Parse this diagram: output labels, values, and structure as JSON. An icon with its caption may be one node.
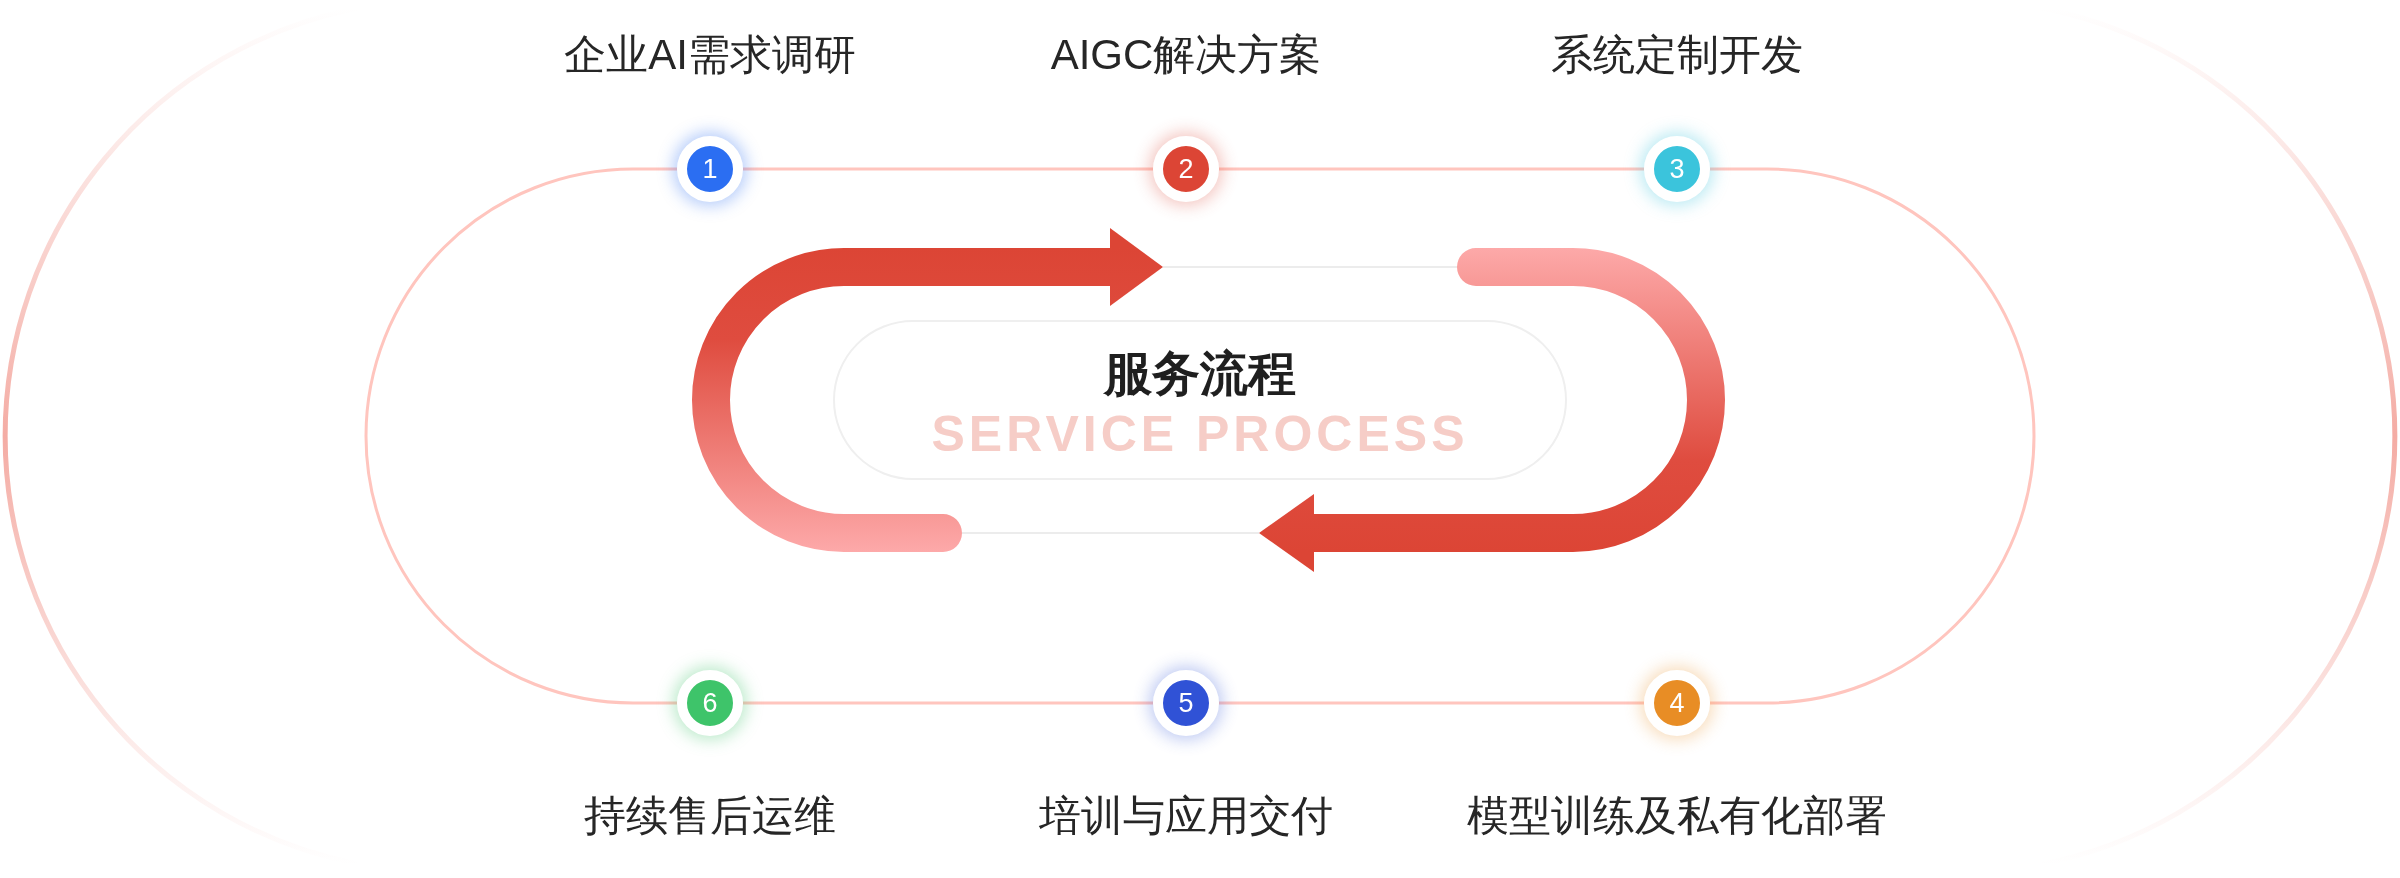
{
  "diagram": {
    "nodes": [
      {
        "text": [
          "1"
        ],
        "beside": [
          "企业AI需求调研"
        ]
      },
      {
        "text": [
          "2"
        ],
        "beside": [
          "AIGC解决方案"
        ]
      },
      {
        "text": [
          "3"
        ],
        "beside": [
          "系统定制开发"
        ]
      },
      {
        "text": [
          "4"
        ],
        "beside": [
          "模型训练及私有化部署"
        ]
      },
      {
        "text": [
          "5"
        ],
        "beside": [
          "培训与应用交付"
        ]
      },
      {
        "text": [
          "6"
        ],
        "beside": [
          "持续售后运维"
        ]
      },
      {
        "text": [
          "服务流程",
          "SERVICE PROCESS"
        ]
      }
    ],
    "edges": [
      {
        "from": 0,
        "to": 1,
        "arrow": "none"
      },
      {
        "from": 1,
        "to": 2,
        "arrow": "none"
      },
      {
        "from": 2,
        "to": 3,
        "arrow": "none"
      },
      {
        "from": 3,
        "to": 4,
        "arrow": "none"
      },
      {
        "from": 4,
        "to": 5,
        "arrow": "none"
      },
      {
        "from": 5,
        "to": 0,
        "arrow": "none"
      }
    ]
  }
}
